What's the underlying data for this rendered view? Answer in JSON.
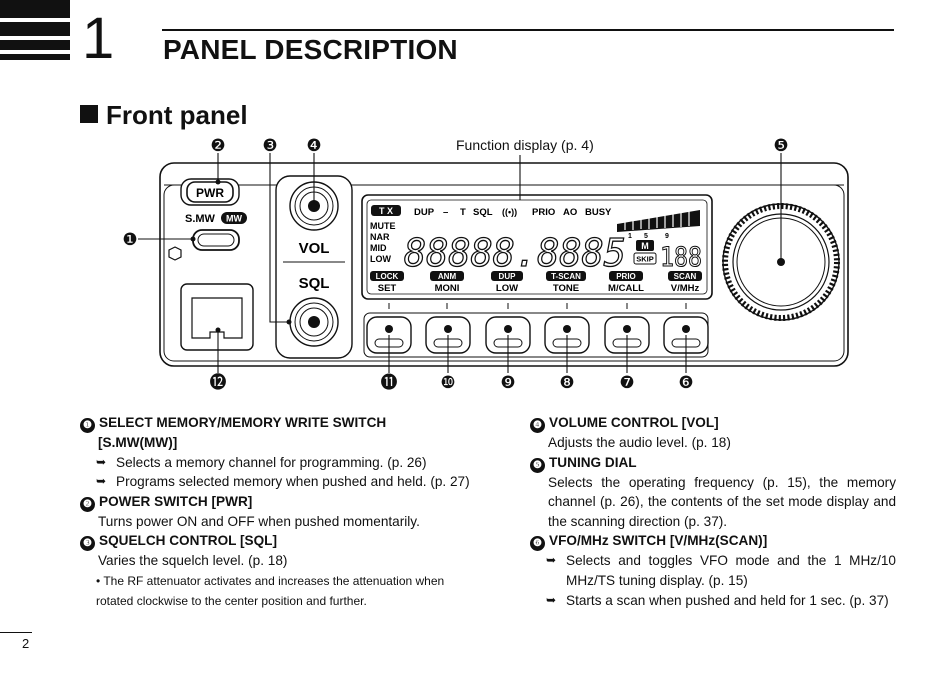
{
  "header": {
    "chapter_number": "1",
    "title": "PANEL DESCRIPTION"
  },
  "section_title": "Front panel",
  "diagram": {
    "function_display_label": "Function display (p. 4)",
    "callouts": [
      "❶",
      "❷",
      "❸",
      "❹",
      "❺",
      "❻",
      "❼",
      "❽",
      "❾",
      "❿",
      "⓫",
      "⓬"
    ],
    "buttons": {
      "pwr": "PWR",
      "smw": "S.MW",
      "mw_badge": "MW",
      "vol": "VOL",
      "sql": "SQL"
    },
    "lcd": {
      "top_indicators": {
        "tx": "T X",
        "dup": "DUP",
        "minus": "–",
        "t": "T",
        "sql": "SQL",
        "radio": "((•))",
        "prio": "PRIO",
        "ao": "AO",
        "busy": "BUSY"
      },
      "left_indicators": [
        "MUTE",
        "NAR",
        "MID",
        "LOW"
      ],
      "digits": "88888.8885",
      "m_badge": "M",
      "skip_badge": "SKIP",
      "channel_digits": "188",
      "s_meter_scale": [
        "1",
        "5",
        "9"
      ],
      "key_labels": [
        {
          "badge": "LOCK",
          "text": "SET"
        },
        {
          "badge": "ANM",
          "text": "MONI"
        },
        {
          "badge": "DUP",
          "text": "LOW"
        },
        {
          "badge": "T-SCAN",
          "text": "TONE"
        },
        {
          "badge": "PRIO",
          "text": "M/CALL"
        },
        {
          "badge": "SCAN",
          "text": "V/MHz"
        }
      ]
    }
  },
  "descriptions": {
    "item1": {
      "num": "❶",
      "title": "SELECT MEMORY/MEMORY WRITE SWITCH",
      "title2": "[S.MW(MW)]",
      "b1": "Selects a memory channel for programming. (p. 26)",
      "b2": "Programs selected memory when pushed and held. (p. 27)"
    },
    "item2": {
      "num": "❷",
      "title": "POWER SWITCH [PWR]",
      "text": "Turns power ON and OFF when pushed momentarily."
    },
    "item3": {
      "num": "❸",
      "title": "SQUELCH CONTROL [SQL]",
      "text": "Varies the squelch level. (p. 18)",
      "note": "• The RF attenuator activates and increases the attenuation when rotated clockwise to the center position and further."
    },
    "item4": {
      "num": "❹",
      "title": "VOLUME CONTROL [VOL]",
      "text": "Adjusts the audio level. (p. 18)"
    },
    "item5": {
      "num": "❺",
      "title": "TUNING DIAL",
      "text": "Selects the operating frequency (p. 15), the memory channel (p. 26), the contents of the set mode display and the scanning direction (p. 37)."
    },
    "item6": {
      "num": "❻",
      "title": "VFO/MHz SWITCH [V/MHz(SCAN)]",
      "b1": "Selects and toggles VFO mode and the 1 MHz/10 MHz/TS tuning display. (p. 15)",
      "b2": "Starts a scan when pushed and held for 1 sec. (p. 37)"
    }
  },
  "footer": {
    "page_number": "2"
  }
}
